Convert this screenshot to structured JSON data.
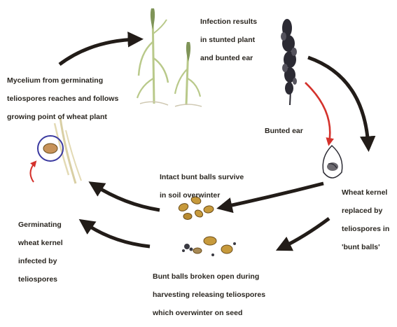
{
  "labels": {
    "infection": [
      "Infection results",
      "in stunted plant",
      "and bunted ear"
    ],
    "mycelium": [
      "Mycelium from germinating",
      "teliospores reaches and follows",
      "growing point of wheat plant"
    ],
    "bunted_ear": [
      "Bunted ear"
    ],
    "wheat_kernel": [
      "Wheat kernel",
      "replaced by",
      "teliospores in",
      "'bunt balls'"
    ],
    "intact": [
      "Intact bunt balls survive",
      "in soil overwinter"
    ],
    "germinating": [
      "Germinating",
      "wheat kernel",
      "infected by",
      "teliospores"
    ],
    "broken": [
      "Bunt balls broken open during",
      "harvesting releasing teliospores",
      "which overwinter on seed"
    ]
  },
  "colors": {
    "arrow": "#221c18",
    "red_arrow": "#d4322c",
    "plant": "#b9c98a",
    "plant_dark": "#7f9458",
    "ear": "#2b2a33",
    "bunt_ball": "#c79a3c",
    "bunt_dark": "#6a4c1a",
    "circle": "#3b3aa0",
    "text": "#2a2620"
  }
}
